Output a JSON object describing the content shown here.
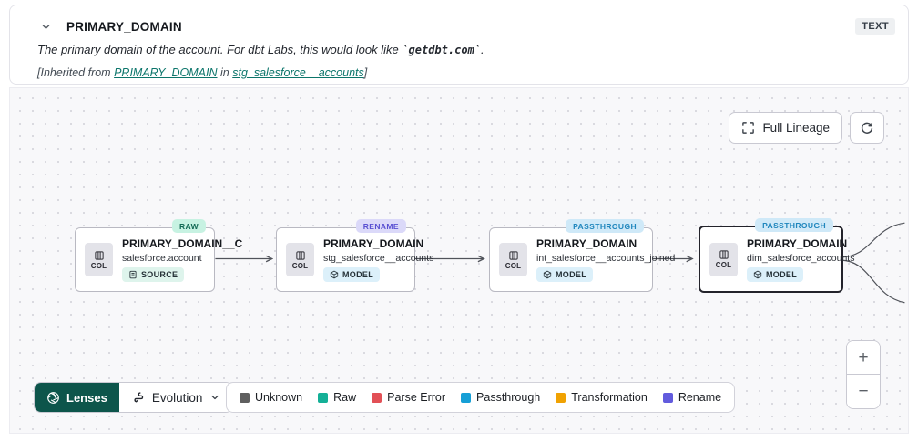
{
  "header": {
    "title": "PRIMARY_DOMAIN",
    "type_badge": "TEXT",
    "description_prefix": "The primary domain of the account. For dbt Labs, this would look like ",
    "description_code": "`getdbt.com`",
    "description_suffix": ".",
    "inherited_prefix": "[Inherited from ",
    "inherited_link_column": "PRIMARY_DOMAIN",
    "inherited_middle": " in ",
    "inherited_link_model": "stg_salesforce__accounts",
    "inherited_suffix": "]"
  },
  "toolbar": {
    "full_lineage_label": "Full Lineage"
  },
  "col_chip_label": "COL",
  "nodes": [
    {
      "title": "PRIMARY_DOMAIN__C",
      "subtitle": "salesforce.account",
      "resource_type": "SOURCE",
      "resource_bg": "#def4ec",
      "status": "RAW",
      "status_bg": "#c7f2e2",
      "status_fg": "#136a55"
    },
    {
      "title": "PRIMARY_DOMAIN",
      "subtitle": "stg_salesforce__accounts",
      "resource_type": "MODEL",
      "resource_bg": "#dcf0fa",
      "status": "RENAME",
      "status_bg": "#dbd9f9",
      "status_fg": "#5950d2"
    },
    {
      "title": "PRIMARY_DOMAIN",
      "subtitle": "int_salesforce__accounts_joined",
      "resource_type": "MODEL",
      "resource_bg": "#dcf0fa",
      "status": "PASSTHROUGH",
      "status_bg": "#cfe9f8",
      "status_fg": "#1f86bd"
    },
    {
      "title": "PRIMARY_DOMAIN",
      "subtitle": "dim_salesforce_accounts",
      "resource_type": "MODEL",
      "resource_bg": "#dcf0fa",
      "status": "PASSTHROUGH",
      "status_bg": "#cfe9f8",
      "status_fg": "#1f86bd"
    }
  ],
  "lenses": {
    "label": "Lenses",
    "selected_lens": "Evolution"
  },
  "legend": {
    "items": [
      {
        "label": "Unknown",
        "color": "#5f5f5f"
      },
      {
        "label": "Raw",
        "color": "#14b097"
      },
      {
        "label": "Parse Error",
        "color": "#e25056"
      },
      {
        "label": "Passthrough",
        "color": "#169fd6"
      },
      {
        "label": "Transformation",
        "color": "#f0a202"
      },
      {
        "label": "Rename",
        "color": "#625bdd"
      }
    ]
  },
  "zoom_controls": {
    "zoom_in": "+",
    "zoom_out": "−"
  },
  "colors": {
    "accent_teal": "#0d554b",
    "link_teal": "#0c756b",
    "edge": "#50535a"
  }
}
